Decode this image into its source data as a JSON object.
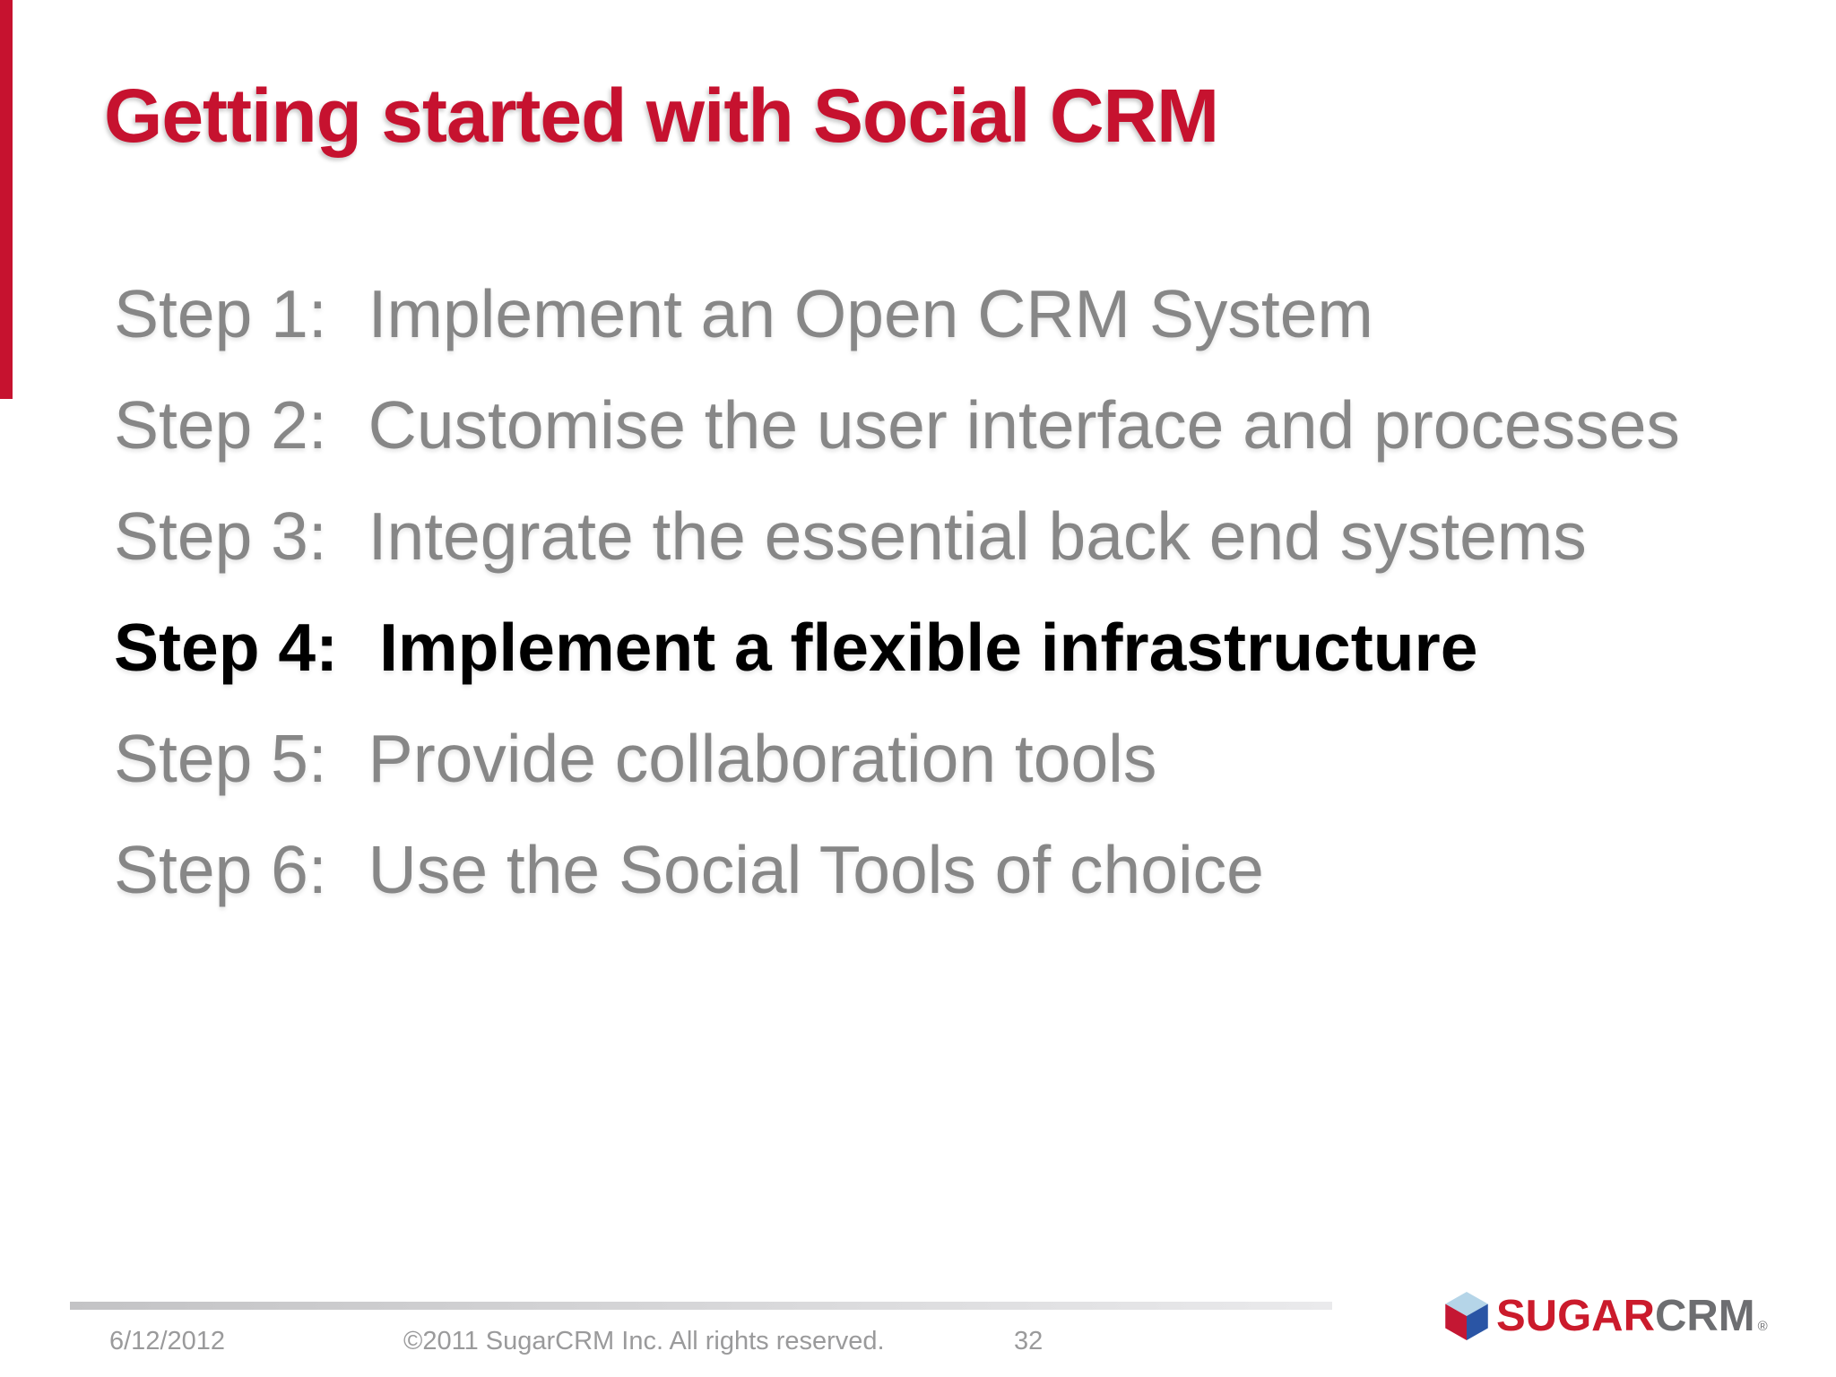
{
  "slide": {
    "title": "Getting started with Social CRM",
    "steps": [
      {
        "label": "Step 1:",
        "text": "Implement an Open CRM System",
        "emphasis": false
      },
      {
        "label": "Step 2:",
        "text": "Customise the user interface and processes",
        "emphasis": false
      },
      {
        "label": "Step 3:",
        "text": "Integrate the essential back end systems",
        "emphasis": false
      },
      {
        "label": "Step 4:",
        "text": "Implement a flexible infrastructure",
        "emphasis": true
      },
      {
        "label": "Step 5:",
        "text": "Provide collaboration tools",
        "emphasis": false
      },
      {
        "label": "Step 6:",
        "text": "Use the Social Tools of choice",
        "emphasis": false
      }
    ],
    "footer": {
      "date": "6/12/2012",
      "copyright": "©2011 SugarCRM Inc. All rights reserved.",
      "page_number": "32"
    },
    "logo": {
      "sugar": "SUGAR",
      "crm": "CRM",
      "registered": "®"
    },
    "colors": {
      "accent_red": "#c6122f",
      "step_gray": "#878787",
      "step_emphasis": "#000000",
      "footer_gray": "#9a9a9b",
      "logo_sugar_red": "#cb1b2c",
      "logo_crm_gray": "#6d6e71",
      "cube_top": "#b5d5e8",
      "cube_left": "#c41733",
      "cube_right": "#2a55a5"
    }
  }
}
